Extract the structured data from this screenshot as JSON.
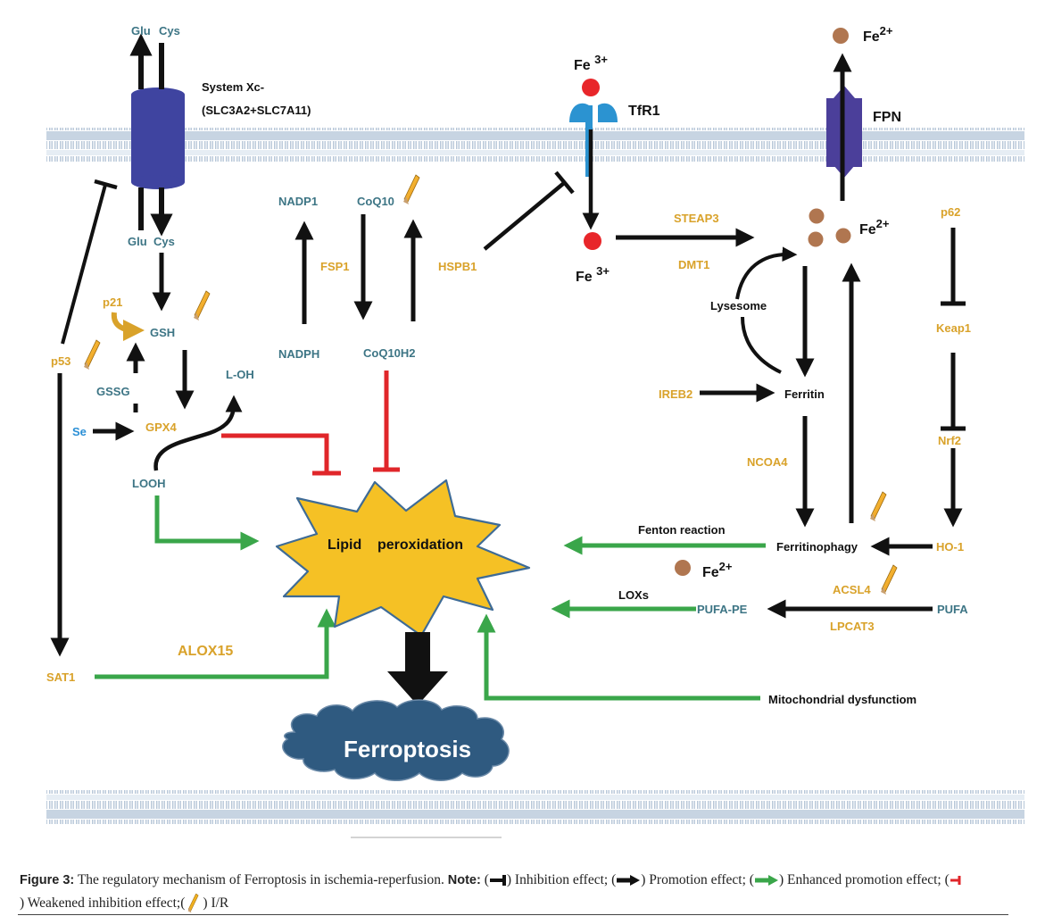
{
  "colors": {
    "membrane": "#b9c9d9",
    "transporter": "#3f44a0",
    "fpn": "#4b3f9a",
    "tfr1": "#2b93d1",
    "iron3": "#e8262a",
    "iron2": "#b07650",
    "promotion": "#111111",
    "enhanced": "#3aa64a",
    "weakened_inhibition": "#e0262a",
    "burst_fill": "#f5c125",
    "burst_stroke": "#3e6b96",
    "cloud_fill": "#2f5a80",
    "gold_label": "#d9a22a",
    "teal_label": "#3d7585"
  },
  "icons": [
    "lightning-icon",
    "iron-dot-icon"
  ],
  "labels": {
    "glu_cys_top_glu": "Glu",
    "glu_cys_top_cys": "Cys",
    "system_xc": "System  Xc-",
    "system_xc_sub": "(SLC3A2+SLC7A11)",
    "glu_bottom": "Glu",
    "cys_bottom": "Cys",
    "p21": "p21",
    "gsh": "GSH",
    "p53": "p53",
    "gssg": "GSSG",
    "l_oh": "L-OH",
    "se": "Se",
    "gpx4": "GPX4",
    "looh": "LOOH",
    "sat1": "SAT1",
    "alox15": "ALOX15",
    "nadp1": "NADP1",
    "coq10": "CoQ10",
    "fsp1": "FSP1",
    "nadph": "NADPH",
    "coq10h2": "CoQ10H2",
    "hspb1": "HSPB1",
    "fe3_top": "Fe",
    "fe3_top_sup": "3+",
    "tfr1": "TfR1",
    "fe3_bottom": "Fe",
    "fe3_bottom_sup": "3+",
    "steap3": "STEAP3",
    "dmt1": "DMT1",
    "fe2_top": "Fe",
    "fe2_top_sup": "2+",
    "fpn": "FPN",
    "fe2_mid": "Fe",
    "fe2_mid_sup": "2+",
    "p62": "p62",
    "lysesome": "Lysesome",
    "keap1": "Keap1",
    "ireb2": "IREB2",
    "ferritin": "Ferritin",
    "ncoa4": "NCOA4",
    "nrf2": "Nrf2",
    "fenton": "Fenton  reaction",
    "ferritinophagy": "Ferritinophagy",
    "ho1": "HO-1",
    "fe2_low": "Fe",
    "fe2_low_sup": "2+",
    "acsl4": "ACSL4",
    "loxs": "LOXs",
    "pufa_pe": "PUFA-PE",
    "pufa": "PUFA",
    "lpcat3": "LPCAT3",
    "lipid_peroxidation_1": "Lipid",
    "lipid_peroxidation_2": "peroxidation",
    "mito": "Mitochondrial    dysfunctiom",
    "ferroptosis": "Ferroptosis"
  },
  "caption": {
    "figure_label": "Figure 3:",
    "text_1": " The regulatory mechanism of Ferroptosis in ischemia-reperfusion. ",
    "note_label": "Note:",
    "open_1": " (",
    "inhibition": ") Inhibition effect; (",
    "promotion": ") Promotion effect; (",
    "enhanced": ") Enhanced promotion effect; (",
    "weakened": ") Weakened inhibition effect;(",
    "ir": ") I/R"
  }
}
